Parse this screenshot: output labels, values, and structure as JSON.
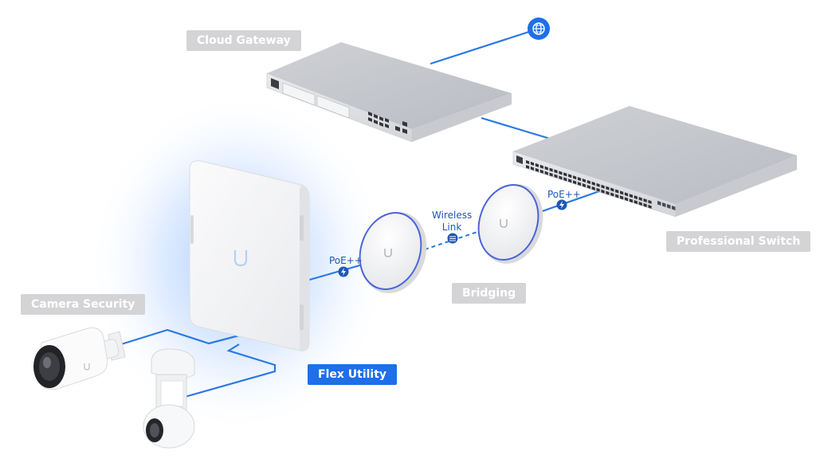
{
  "labels": {
    "cloud_gateway": "Cloud Gateway",
    "professional_switch": "Professional Switch",
    "bridging": "Bridging",
    "camera_security": "Camera Security",
    "flex_utility": "Flex Utility"
  },
  "link_labels": {
    "poe_left": "PoE++",
    "poe_right": "PoE++",
    "wireless_line1": "Wireless",
    "wireless_line2": "Link"
  },
  "colors": {
    "accent_blue": "#1e6fe8",
    "cable_blue": "#2a78e4",
    "tag_gray": "#d4d4d6",
    "text_blue": "#1e57b4"
  },
  "icons": [
    "globe-icon",
    "bolt-icon",
    "wireless-icon",
    "ubiquiti-logo-icon"
  ]
}
